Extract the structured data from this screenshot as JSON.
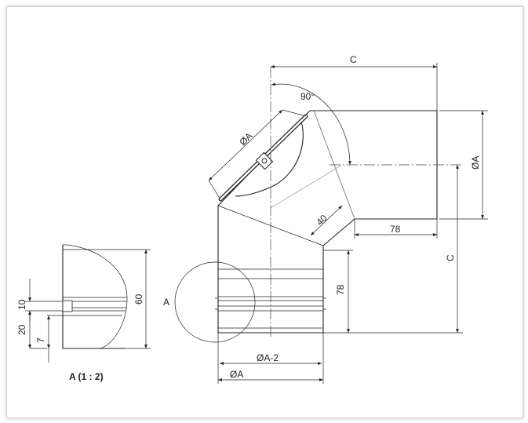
{
  "drawing": {
    "dimensions": {
      "width_c": "C",
      "angle": "90°",
      "diameter_a_top": "ØA",
      "diameter_a_right": "ØA",
      "height_c": "C",
      "offset_40": "40",
      "length_78_right": "78",
      "length_78_vertical": "78",
      "diameter_a_minus_2": "ØA-2",
      "diameter_a_bottom": "ØA",
      "detail_marker": "A"
    },
    "detail": {
      "title": "A (1 : 2)",
      "dim_10": "10",
      "dim_20": "20",
      "dim_7": "7",
      "dim_60": "60"
    }
  }
}
